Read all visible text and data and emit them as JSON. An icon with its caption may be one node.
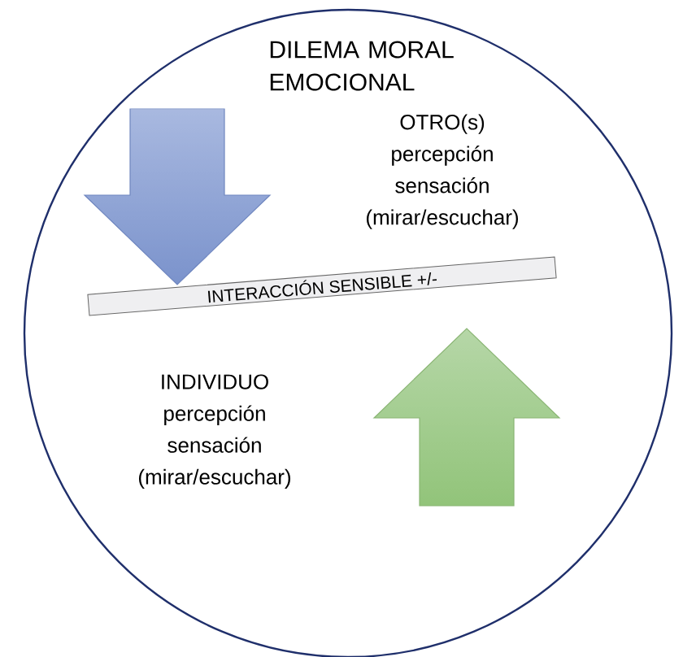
{
  "diagram": {
    "nodes": [
      {
        "text": [
          "DILEMA MORAL EMOCIONAL"
        ]
      },
      {
        "text": [],
        "shape": "arrow",
        "in": 0
      },
      {
        "text": [
          "INTERACCIÓN SENSIBLE +/-"
        ],
        "in": 0
      },
      {
        "text": [],
        "shape": "arrow",
        "in": 0
      }
    ],
    "labels": [
      "OTRO(s) percepción sensación (mirar/escuchar)",
      "INDIVIDUO percepción sensación (mirar/escuchar)"
    ]
  }
}
